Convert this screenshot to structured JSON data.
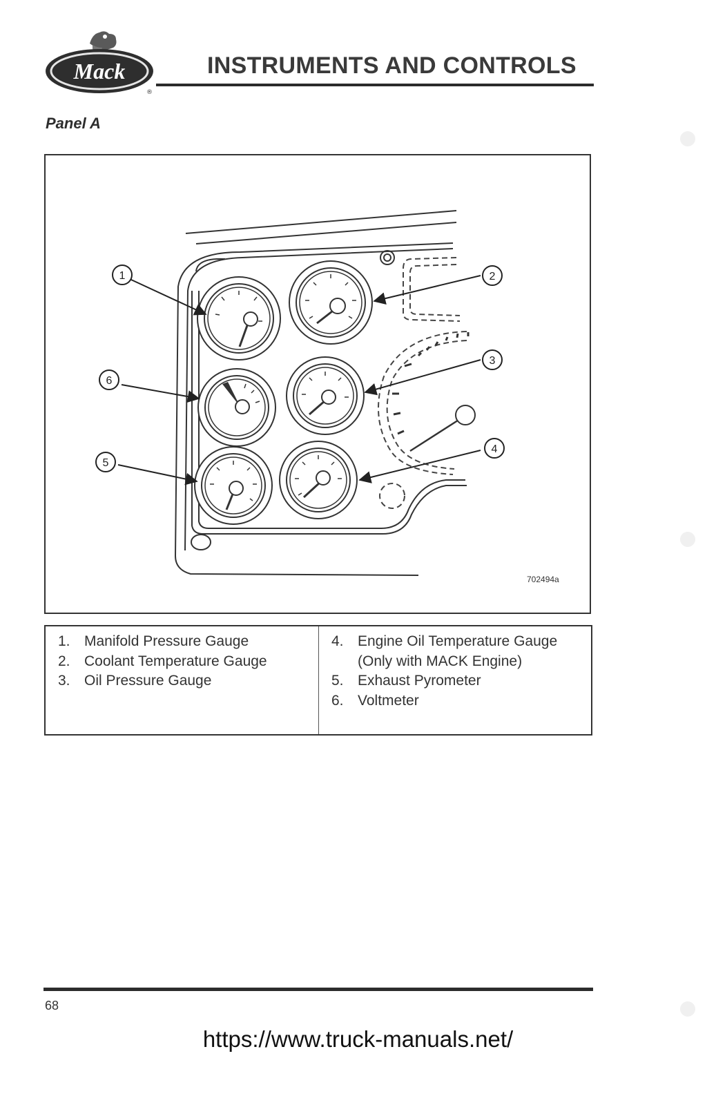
{
  "header": {
    "logo_text": "Mack",
    "title": "INSTRUMENTS AND CONTROLS"
  },
  "section_title": "Panel A",
  "figure": {
    "id": "702494a",
    "callouts": [
      "1",
      "2",
      "3",
      "4",
      "5",
      "6"
    ]
  },
  "legend": {
    "left": [
      {
        "num": "1.",
        "text": "Manifold Pressure Gauge"
      },
      {
        "num": "2.",
        "text": "Coolant Temperature Gauge"
      },
      {
        "num": "3.",
        "text": "Oil Pressure Gauge"
      }
    ],
    "right": [
      {
        "num": "4.",
        "text": "Engine Oil Temperature Gauge (Only with MACK Engine)"
      },
      {
        "num": "5.",
        "text": "Exhaust Pyrometer"
      },
      {
        "num": "6.",
        "text": "Voltmeter"
      }
    ]
  },
  "footer": {
    "page_number": "68",
    "source_url": "https://www.truck-manuals.net/"
  }
}
